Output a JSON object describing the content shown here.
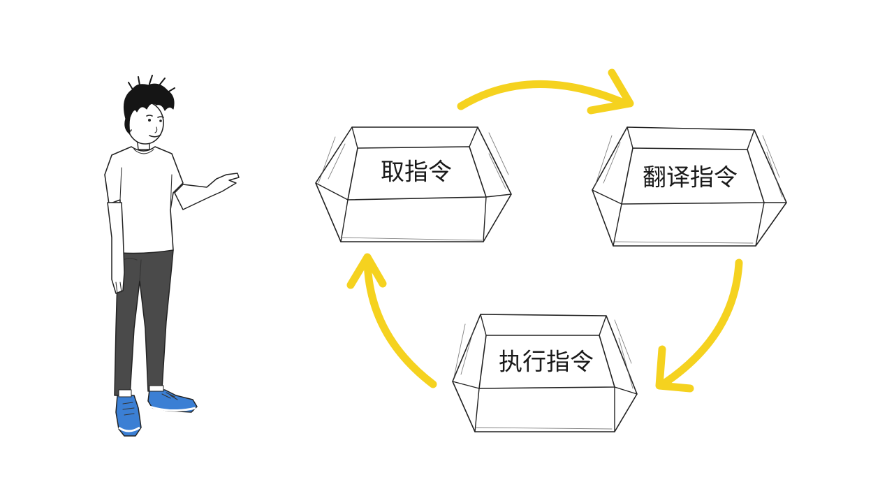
{
  "diagram": {
    "steps": [
      {
        "label": "取指令"
      },
      {
        "label": "翻译指令"
      },
      {
        "label": "执行指令"
      }
    ]
  },
  "colors": {
    "arrow": "#f5d21f",
    "ink": "#222222",
    "pants": "#4a4a4a",
    "shoes": "#3b7fd4",
    "hair": "#151515",
    "background": "#ffffff"
  },
  "icons": {
    "presenter": "person-pointing-illustration",
    "cycle_arrows": "curved-arrow-icon"
  }
}
